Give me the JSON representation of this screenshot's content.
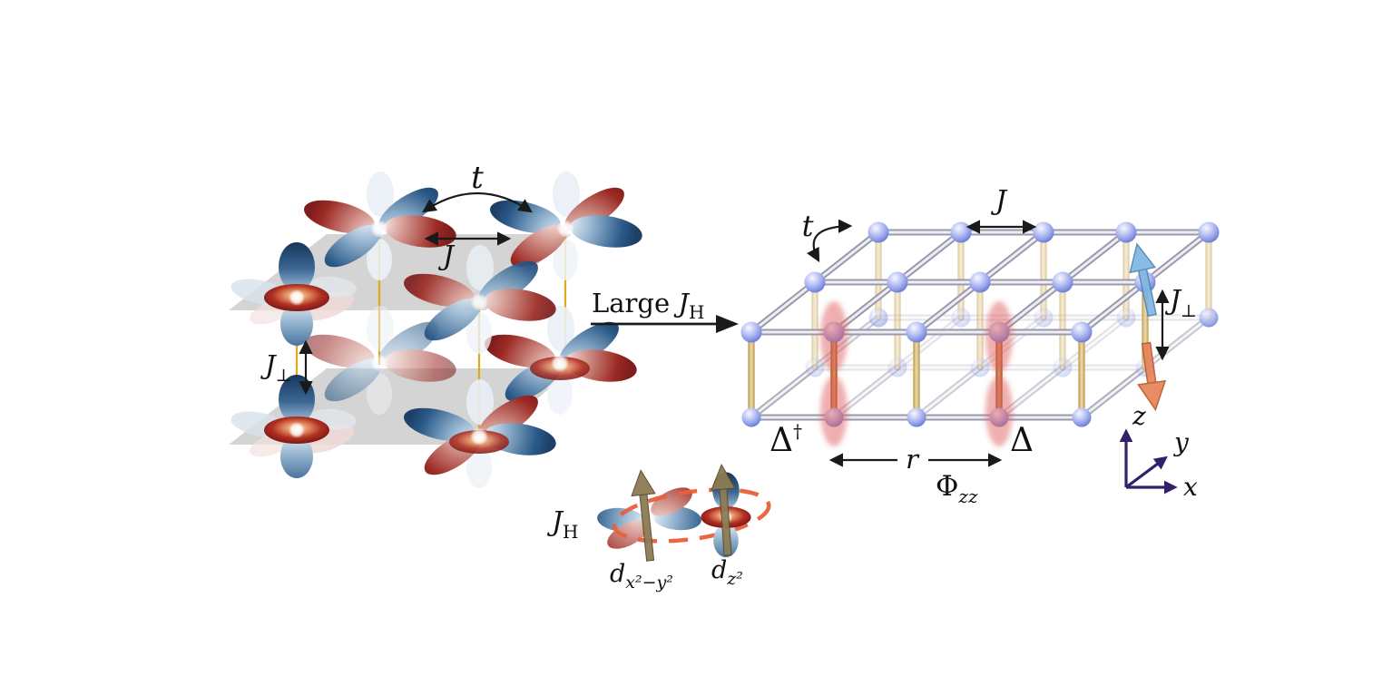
{
  "left_model": {
    "hopping_label": "t",
    "exchange_label": "J",
    "interlayer_label": "J",
    "interlayer_sub": "⊥"
  },
  "transition": {
    "text": "Large ",
    "j": "J",
    "sub": "H"
  },
  "right_model": {
    "hopping_label": "t",
    "exchange_label": "J",
    "interlayer_label": "J",
    "interlayer_sub": "⊥",
    "pair_creation": "Δ",
    "pair_creation_sup": "†",
    "pair_annihilation": "Δ",
    "distance_label": "r",
    "correlator_label": "Φ",
    "correlator_sub": "zz"
  },
  "axes": {
    "x": "x",
    "y": "y",
    "z": "z"
  },
  "hund_inset": {
    "coupling_label": "J",
    "coupling_sub": "H",
    "orbital1_main": "d",
    "orbital1_sub": "x²−y²",
    "orbital2_main": "d",
    "orbital2_sub": "z²"
  },
  "palette": {
    "background": "#ffffff",
    "sphere_main": "#8a98e6",
    "rod_silver_dark": "#9a9aac",
    "rod_silver_light": "#eeeef4",
    "rod_tan_dark": "#c9ab67",
    "rod_tan_light": "#e6d49e",
    "rod_highlight_dark": "#b06538",
    "rod_highlight_light": "#d8934f",
    "pair_highlight": "#e06060",
    "spin_up_blue": "#7fb6e2",
    "spin_down_orange": "#e6865b",
    "axis_color": "#33206b",
    "orbital_blue": "#1d4068",
    "orbital_red": "#8c1f1f",
    "plane_gray": "#c6c6c6",
    "interlayer_bond_yellow": "#dfa91c",
    "hund_ellipse_orange": "#e8603a",
    "spin_arrow_olive": "#8d7c54",
    "annotation_black": "#1a1a1a"
  }
}
